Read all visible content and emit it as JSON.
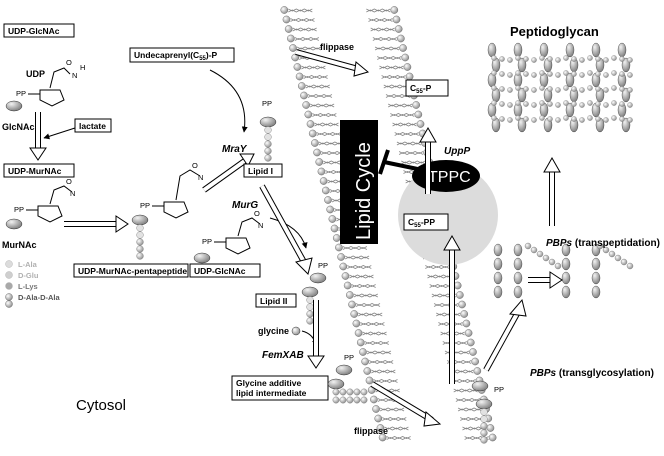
{
  "labels": {
    "udp_glcnac_top": "UDP-GlcNAc",
    "udp": "UDP",
    "glcnac": "GlcNAc",
    "lactate": "lactate",
    "udp_murnac": "UDP-MurNAc",
    "murnac": "MurNAc",
    "undecaprenyl": "Undecaprenyl(C",
    "undecaprenyl_sub": "55",
    "undecaprenyl_end": ")-P",
    "flippase_top": "flippase",
    "mray": "MraY",
    "lipid_i": "Lipid I",
    "murg": "MurG",
    "udp_murnac_pentapeptide": "UDP-MurNAc-pentapeptide",
    "udp_glcnac_mid": "UDP-GlcNAc",
    "lipid_ii": "Lipid II",
    "glycine": "glycine",
    "femxab": "FemXAB",
    "glycine_additive_1": "Glycine additive",
    "glycine_additive_2": "lipid intermediate",
    "flippase_bottom": "flippase",
    "cytosol": "Cytosol",
    "lipid_cycle": "Lipid Cycle",
    "tppc": "TPPC",
    "c55_p": "C",
    "c55_p_sub": "55",
    "c55_p_end": "-P",
    "c55_pp": "C",
    "c55_pp_sub": "55",
    "c55_pp_end": "-PP",
    "uppp": "UppP",
    "peptidoglycan": "Peptidoglycan",
    "pbps_transpep_a": "PBPs",
    "pbps_transpep_b": " (transpeptidation)",
    "pbps_transgly_a": "PBPs",
    "pbps_transgly_b": " (transglycosylation)",
    "pp": "PP",
    "p": "P",
    "o": "O",
    "n": "N",
    "h": "H"
  },
  "legend": [
    {
      "label": "L-Ala",
      "color": "#dcdcdc"
    },
    {
      "label": "D-Glu",
      "color": "#cfcfcf"
    },
    {
      "label": "L-Lys",
      "color": "#a9a9a9"
    },
    {
      "label": "D-Ala-D-Ala",
      "color": "#888888"
    }
  ],
  "colors": {
    "lipid_cycle_bg": "#000000",
    "tppc_bg": "#000000",
    "circle_bg": "#dcdcdc",
    "sugar": "#b8b8b8",
    "bead": "#c8c8c8"
  }
}
